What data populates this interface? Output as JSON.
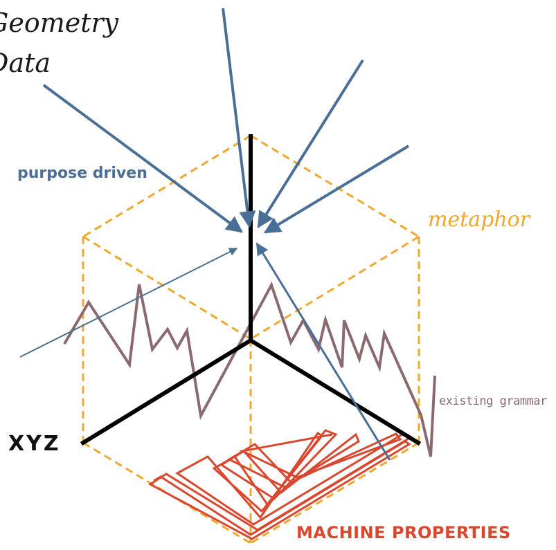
{
  "labels": {
    "title_line1": "Geometry",
    "title_line2": "Data",
    "purpose_driven": "purpose driven",
    "metaphor": "metaphor",
    "existing_grammar": "existing grammar",
    "xyz": "XYZ",
    "machine_properties": "MACHINE PROPERTIES"
  },
  "colors": {
    "arrows": "#4a6f96",
    "cube_dashed": "#f0a830",
    "axes": "#000000",
    "grammar_line": "#8a6a6e",
    "machine_hatch": "#d9482e",
    "title_text": "#1a1a1a"
  }
}
